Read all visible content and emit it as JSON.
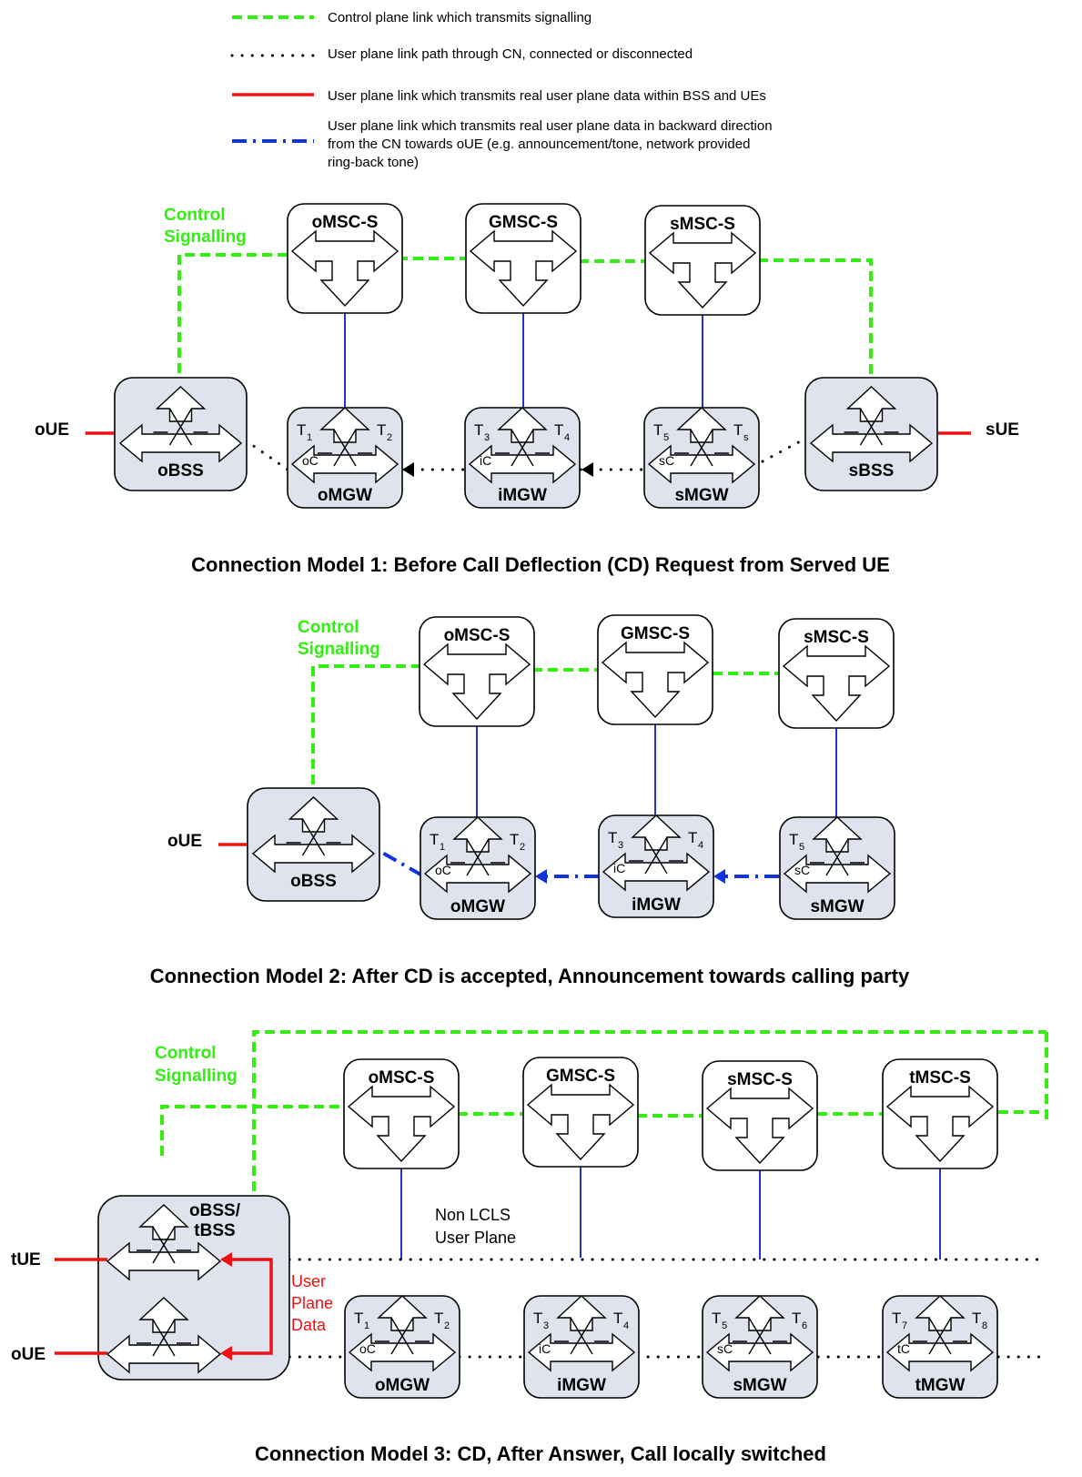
{
  "legend": {
    "items": [
      {
        "style": "green-dashed",
        "text": "Control plane link which transmits signalling"
      },
      {
        "style": "black-dotted",
        "text": "User plane link path through CN, connected or disconnected"
      },
      {
        "style": "red-solid",
        "text": "User plane link which transmits real user plane data within BSS and UEs"
      },
      {
        "style": "blue-dash-dot",
        "text_lines": [
          "User plane link which transmits real user plane data in backward direction",
          "from the CN towards oUE (e.g. announcement/tone, network provided",
          "ring-back tone)"
        ]
      }
    ]
  },
  "colors": {
    "control": "#33ee11",
    "user_data": "#ee1111",
    "backward": "#1133dd",
    "node_link": "#2233cc",
    "gw_fill": "#dfe3ee"
  },
  "control_label": [
    "Control",
    "Signalling"
  ],
  "model1": {
    "caption": "Connection Model 1: Before Call Deflection (CD) Request from Served UE",
    "msc": [
      "oMSC-S",
      "GMSC-S",
      "sMSC-S"
    ],
    "left_ue": "oUE",
    "right_ue": "sUE",
    "bss_left": "oBSS",
    "bss_right": "sBSS",
    "gateways": [
      {
        "name": "oMGW",
        "ctx": "oC",
        "t_left": "T",
        "t_left_sub": "1",
        "t_right": "T",
        "t_right_sub": "2"
      },
      {
        "name": "iMGW",
        "ctx": "iC",
        "t_left": "T",
        "t_left_sub": "3",
        "t_right": "T",
        "t_right_sub": "4"
      },
      {
        "name": "sMGW",
        "ctx": "sC",
        "t_left": "T",
        "t_left_sub": "5",
        "t_right": "T",
        "t_right_sub": "s"
      }
    ]
  },
  "model2": {
    "caption": "Connection Model 2: After CD is accepted, Announcement towards calling party",
    "msc": [
      "oMSC-S",
      "GMSC-S",
      "sMSC-S"
    ],
    "left_ue": "oUE",
    "bss": "oBSS",
    "gateways": [
      {
        "name": "oMGW",
        "ctx": "oC",
        "t_left": "T",
        "t_left_sub": "1",
        "t_right": "T",
        "t_right_sub": "2"
      },
      {
        "name": "iMGW",
        "ctx": "iC",
        "t_left": "T",
        "t_left_sub": "3",
        "t_right": "T",
        "t_right_sub": "4"
      },
      {
        "name": "sMGW",
        "ctx": "sC",
        "t_left": "T",
        "t_left_sub": "5",
        "t_right": "",
        "t_right_sub": ""
      }
    ]
  },
  "model3": {
    "caption": "Connection Model 3: CD, After Answer, Call locally switched",
    "msc": [
      "oMSC-S",
      "GMSC-S",
      "sMSC-S",
      "tMSC-S"
    ],
    "bss_label": [
      "oBSS/",
      "tBSS"
    ],
    "ue_top": "tUE",
    "ue_bottom": "oUE",
    "non_lcls": [
      "Non LCLS",
      "User Plane"
    ],
    "user_plane_data": [
      "User",
      "Plane",
      "Data"
    ],
    "gateways": [
      {
        "name": "oMGW",
        "ctx": "oC",
        "t_left": "T",
        "t_left_sub": "1",
        "t_right": "T",
        "t_right_sub": "2"
      },
      {
        "name": "iMGW",
        "ctx": "iC",
        "t_left": "T",
        "t_left_sub": "3",
        "t_right": "T",
        "t_right_sub": "4"
      },
      {
        "name": "sMGW",
        "ctx": "sC",
        "t_left": "T",
        "t_left_sub": "5",
        "t_right": "T",
        "t_right_sub": "6"
      },
      {
        "name": "tMGW",
        "ctx": "tC",
        "t_left": "T",
        "t_left_sub": "7",
        "t_right": "T",
        "t_right_sub": "8"
      }
    ]
  }
}
